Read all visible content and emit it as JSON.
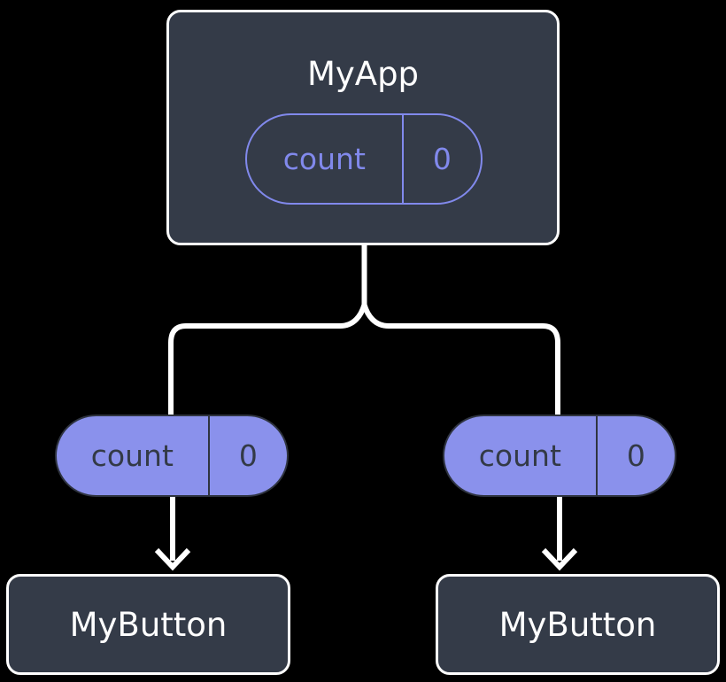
{
  "diagram": {
    "title_text": "MyApp",
    "type": "component-tree",
    "background_color": "#000000",
    "colors": {
      "box_fill": "#343b48",
      "box_stroke": "#ffffff",
      "accent_purple": "#8a91ec",
      "pill_outline_purple": "#8189ec",
      "pill_text_dark": "#333a46",
      "edge_stroke": "#ffffff"
    },
    "nodes": {
      "root": {
        "label": "MyApp",
        "state_pill": {
          "key": "count",
          "value": "0"
        }
      },
      "left_child": {
        "label": "MyButton",
        "props_pill": {
          "key": "count",
          "value": "0"
        }
      },
      "right_child": {
        "label": "MyButton",
        "props_pill": {
          "key": "count",
          "value": "0"
        }
      }
    },
    "edges": [
      {
        "name": "root-to-branch",
        "from": "MyApp",
        "to": "branch-junction"
      },
      {
        "name": "branch-to-left-pill",
        "from": "branch-junction",
        "to": "left count pill"
      },
      {
        "name": "branch-to-right-pill",
        "from": "branch-junction",
        "to": "right count pill"
      },
      {
        "name": "left-pill-to-button",
        "from": "left count pill",
        "to": "MyButton",
        "arrowhead": "down"
      },
      {
        "name": "right-pill-to-button",
        "from": "right count pill",
        "to": "MyButton",
        "arrowhead": "down"
      }
    ]
  }
}
